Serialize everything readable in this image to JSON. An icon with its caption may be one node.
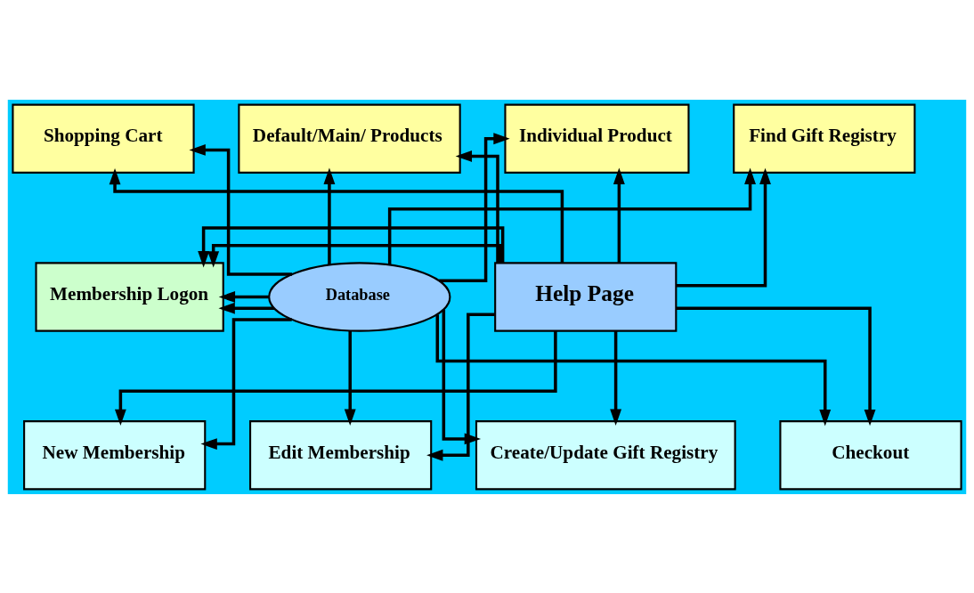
{
  "diagram": {
    "nodes": [
      {
        "text": [
          "Shopping Cart"
        ]
      },
      {
        "text": [
          "Default/Main/ Products"
        ]
      },
      {
        "text": [
          "Individual Product"
        ]
      },
      {
        "text": [
          "Find Gift Registry"
        ]
      },
      {
        "text": [
          "Membership Logon"
        ]
      },
      {
        "text": [
          "Database"
        ]
      },
      {
        "text": [
          "Help Page"
        ]
      },
      {
        "text": [
          "New Membership"
        ]
      },
      {
        "text": [
          "Edit Membership"
        ]
      },
      {
        "text": [
          "Create/Update Gift Registry"
        ]
      },
      {
        "text": [
          "Checkout"
        ]
      }
    ],
    "edges": [
      {
        "from": 5,
        "to": 0,
        "arrow": "to"
      },
      {
        "from": 5,
        "to": 1,
        "arrow": "to"
      },
      {
        "from": 5,
        "to": 2,
        "arrow": "to"
      },
      {
        "from": 5,
        "to": 3,
        "arrow": "to"
      },
      {
        "from": 5,
        "to": 4,
        "arrow": "to"
      },
      {
        "from": 6,
        "to": 0,
        "arrow": "to"
      },
      {
        "from": 6,
        "to": 1,
        "arrow": "to"
      },
      {
        "from": 6,
        "to": 2,
        "arrow": "to"
      },
      {
        "from": 6,
        "to": 3,
        "arrow": "to"
      },
      {
        "from": 6,
        "to": 4,
        "arrow": "to"
      },
      {
        "from": 5,
        "to": 4,
        "arrow": "to"
      },
      {
        "from": 5,
        "to": 7,
        "arrow": "to"
      },
      {
        "from": 5,
        "to": 8,
        "arrow": "to"
      },
      {
        "from": 5,
        "to": 9,
        "arrow": "to"
      },
      {
        "from": 5,
        "to": 10,
        "arrow": "to"
      },
      {
        "from": 6,
        "to": 4,
        "arrow": "to"
      },
      {
        "from": 6,
        "to": 7,
        "arrow": "to"
      },
      {
        "from": 6,
        "to": 8,
        "arrow": "to"
      },
      {
        "from": 6,
        "to": 9,
        "arrow": "to"
      },
      {
        "from": 6,
        "to": 10,
        "arrow": "to"
      }
    ]
  }
}
